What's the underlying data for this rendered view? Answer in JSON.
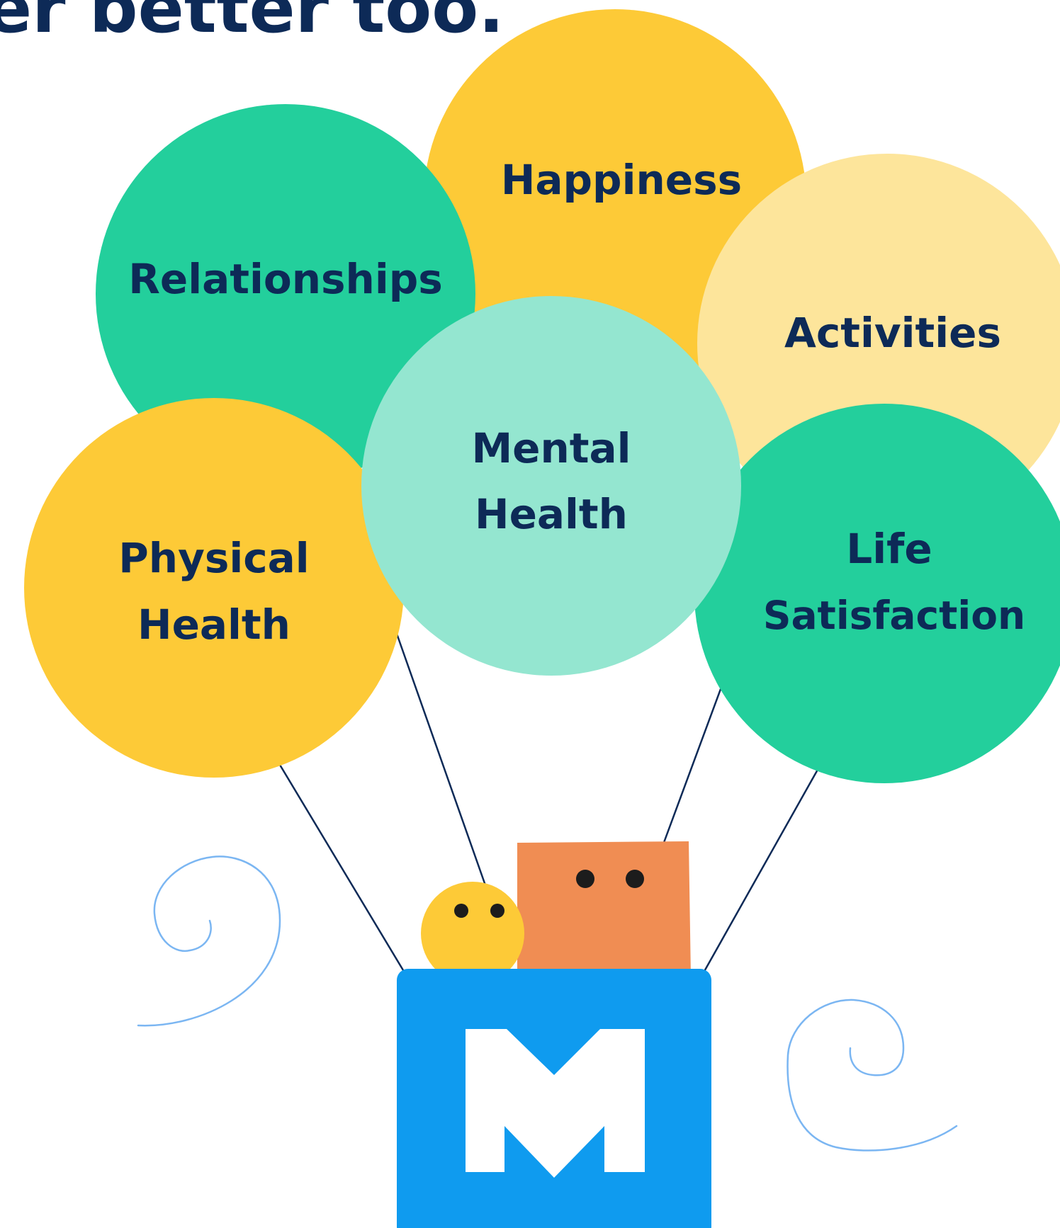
{
  "headline": {
    "text": "er better too."
  },
  "balloons": {
    "happiness": {
      "label": "Happiness",
      "color": "#fdca37"
    },
    "relationships": {
      "label": "Relationships",
      "color": "#23cf9c"
    },
    "activities": {
      "label": "Activities",
      "color": "#fde59b"
    },
    "mental_health": {
      "line1": "Mental",
      "line2": "Health",
      "color": "#94e6d0"
    },
    "physical_health": {
      "line1": "Physical",
      "line2": "Health",
      "color": "#fdca37"
    },
    "life_satisfaction": {
      "line1": "Life",
      "line2": "Satisfaction",
      "color": "#23cf9c"
    }
  },
  "logo": {
    "letter": "M",
    "color": "#0f9bef"
  },
  "characters": {
    "round_buddy_color": "#fdca37",
    "square_buddy_color": "#f08d53"
  },
  "colors": {
    "text": "#0d2a57",
    "string": "#0d2a57",
    "swirl": "#7bb6f2",
    "background": "#ffffff"
  }
}
